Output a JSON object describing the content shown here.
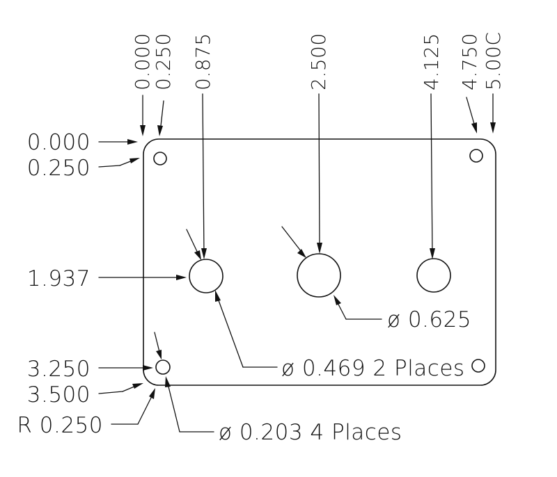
{
  "top_dimensions": [
    "0.000",
    "0.250",
    "0.875",
    "2.500",
    "4.125",
    "4.750",
    "5.00C"
  ],
  "left_dimensions": {
    "y_0000": "0.000",
    "y_0250": "0.250",
    "y_1937": "1.937",
    "y_3250": "3.250",
    "y_3500": "3.500",
    "corner_radius": "R 0.250"
  },
  "callouts": {
    "hole_large": "ø 0.625",
    "hole_medium": "ø 0.469 2 Places",
    "hole_small": "ø 0.203 4 Places"
  }
}
